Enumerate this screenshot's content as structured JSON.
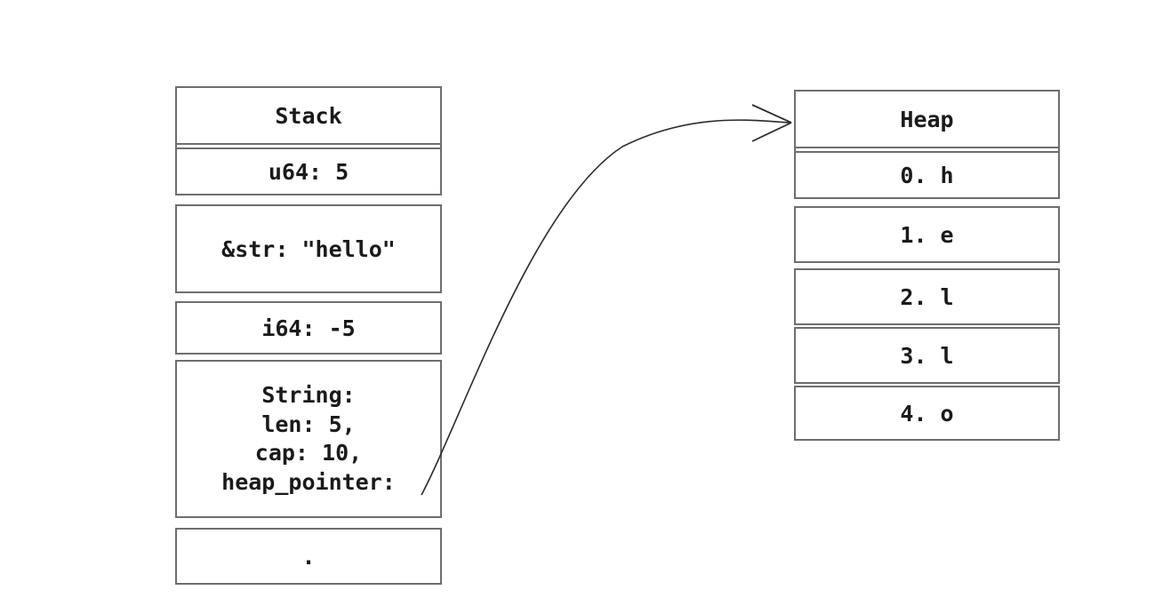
{
  "diagram": {
    "title_hidden": "",
    "background_color": "#ffffff",
    "border_color": "#6e6e6e",
    "text_color": "#1a1a1a",
    "arrow_color": "#2b2b2b"
  },
  "stack": {
    "header": "Stack",
    "rows": [
      {
        "label": "u64: 5"
      },
      {
        "label": "&str: \"hello\""
      },
      {
        "label": "i64: -5"
      },
      {
        "label": "String:\nlen: 5,\ncap: 10,\nheap_pointer:"
      },
      {
        "label": "."
      }
    ]
  },
  "heap": {
    "header": "Heap",
    "rows": [
      {
        "label": "0. h"
      },
      {
        "label": "1. e"
      },
      {
        "label": "2. l"
      },
      {
        "label": "3. l"
      },
      {
        "label": "4. o"
      }
    ]
  },
  "connector": {
    "name": "heap-pointer-arrow",
    "from": "stack.heap_pointer",
    "to": "heap.header"
  }
}
